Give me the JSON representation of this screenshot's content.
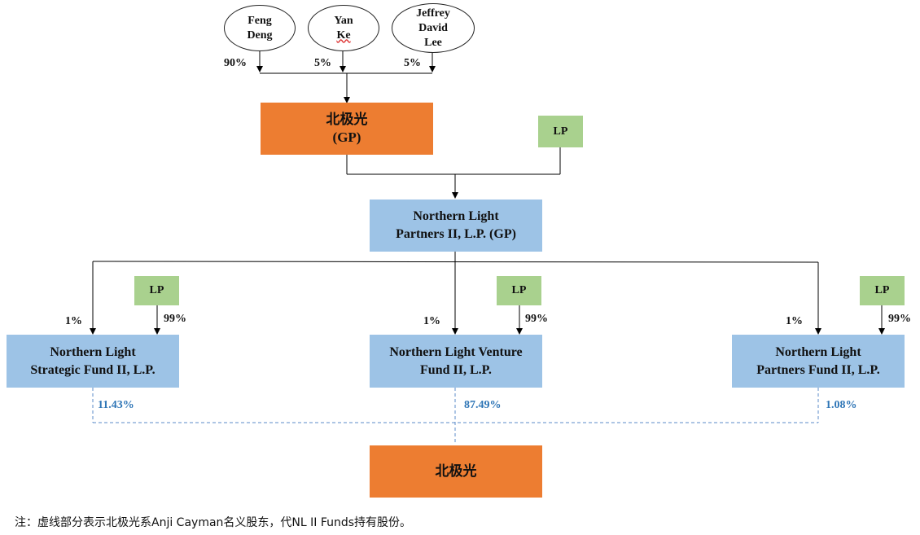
{
  "shareholders": [
    {
      "name_line1": "Feng",
      "name_line2": "Deng",
      "pct": "90%"
    },
    {
      "name_line1": "Yan",
      "name_line2": "Ke",
      "pct": "5%"
    },
    {
      "name_line1": "Jeffrey",
      "name_line2": "David",
      "name_line3": "Lee",
      "pct": "5%"
    }
  ],
  "gp_top": {
    "line1": "北极光",
    "line2": "(GP)"
  },
  "lp_top": "LP",
  "partners_gp": {
    "line1": "Northern Light",
    "line2": "Partners II, L.P. (GP)"
  },
  "funds": [
    {
      "line1": "Northern Light",
      "line2": "Strategic Fund II, L.P.",
      "gp_pct": "1%",
      "lp_pct": "99%",
      "lp": "LP",
      "holding": "11.43%"
    },
    {
      "line1": "Northern Light Venture",
      "line2": "Fund II, L.P.",
      "gp_pct": "1%",
      "lp_pct": "99%",
      "lp": "LP",
      "holding": "87.49%"
    },
    {
      "line1": "Northern Light",
      "line2": "Partners Fund II, L.P.",
      "gp_pct": "1%",
      "lp_pct": "99%",
      "lp": "LP",
      "holding": "1.08%"
    }
  ],
  "bottom_entity": "北极光",
  "note": "注：虚线部分表示北极光系Anji Cayman名义股东，代NL II Funds持有股份。",
  "colors": {
    "orange": "#ED7D31",
    "blue": "#9DC3E6",
    "green": "#A9D18E",
    "pct_blue": "#2E75B6"
  }
}
